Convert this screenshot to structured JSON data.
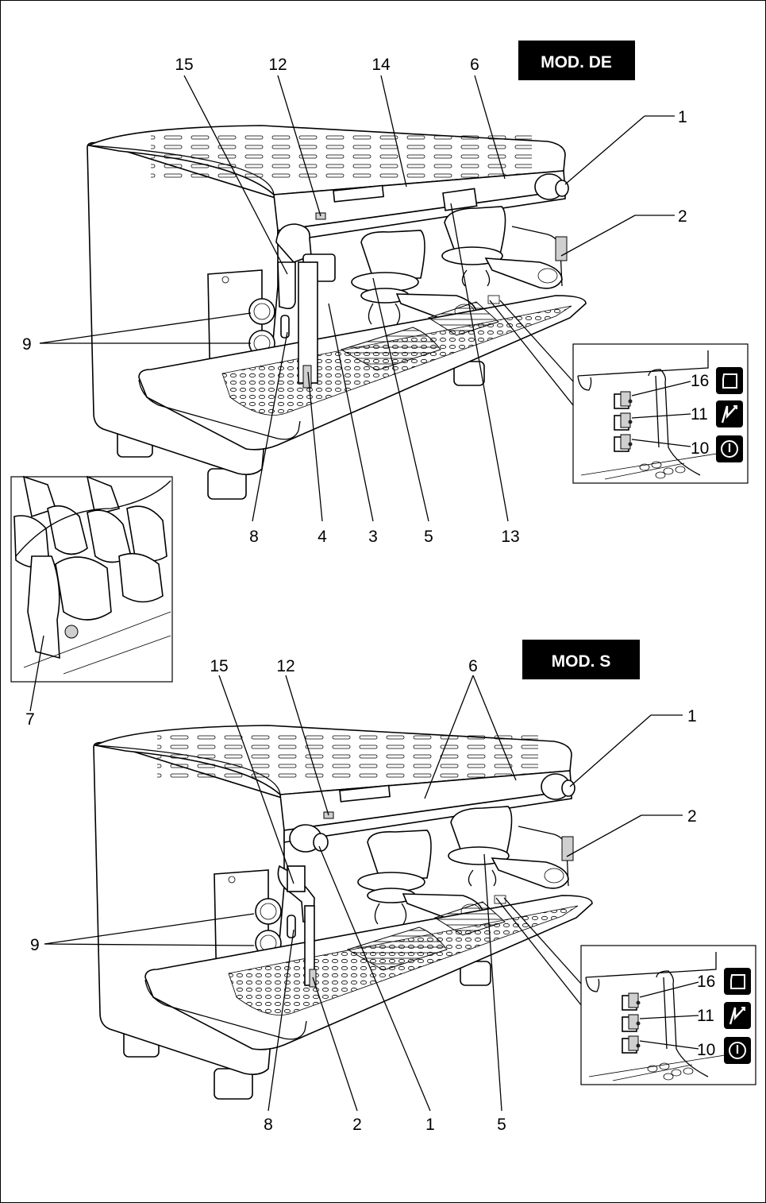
{
  "models": [
    {
      "badge": "MOD. DE",
      "labels": {
        "l15": "15",
        "l12": "12",
        "l14": "14",
        "l6": "6",
        "l1": "1",
        "l2": "2",
        "l9": "9",
        "l8": "8",
        "l4": "4",
        "l3": "3",
        "l5": "5",
        "l13": "13",
        "l16": "16",
        "l11": "11",
        "l10": "10"
      }
    },
    {
      "badge": "MOD. S",
      "labels": {
        "l15": "15",
        "l12": "12",
        "l6": "6",
        "l1": "1",
        "l2": "2",
        "l9": "9",
        "l16": "16",
        "l11": "11",
        "l10": "10",
        "b8": "8",
        "b2": "2",
        "b1": "1",
        "b5": "5"
      }
    }
  ],
  "detail": {
    "label": "7"
  },
  "icons": {
    "square": "cup-warmer-icon",
    "lightning": "heating-icon",
    "power": "power-icon"
  },
  "colors": {
    "badge_bg": "#000000",
    "line": "#000000"
  }
}
